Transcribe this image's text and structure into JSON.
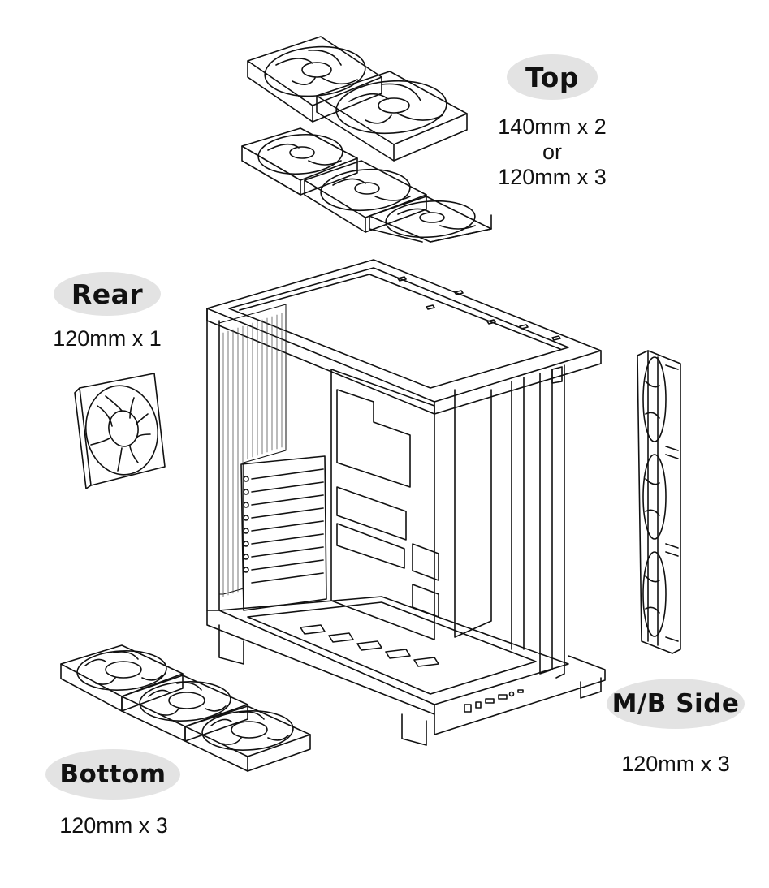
{
  "diagram": {
    "subject": "PC case fan mounting positions",
    "line_color": "#111111",
    "label_bg_color": "#e3e3e3",
    "positions": [
      {
        "id": "top",
        "label": "Top",
        "specs": [
          "140mm x 2",
          "or",
          "120mm x 3"
        ],
        "fan_groups": [
          {
            "size": "140mm",
            "count": 2
          },
          {
            "size": "120mm",
            "count": 3
          }
        ]
      },
      {
        "id": "rear",
        "label": "Rear",
        "specs": [
          "120mm x 1"
        ],
        "fan_groups": [
          {
            "size": "120mm",
            "count": 1
          }
        ]
      },
      {
        "id": "mb-side",
        "label": "M/B Side",
        "specs": [
          "120mm x 3"
        ],
        "fan_groups": [
          {
            "size": "120mm",
            "count": 3
          }
        ]
      },
      {
        "id": "bottom",
        "label": "Bottom",
        "specs": [
          "120mm x 3"
        ],
        "fan_groups": [
          {
            "size": "120mm",
            "count": 3
          }
        ]
      }
    ]
  }
}
